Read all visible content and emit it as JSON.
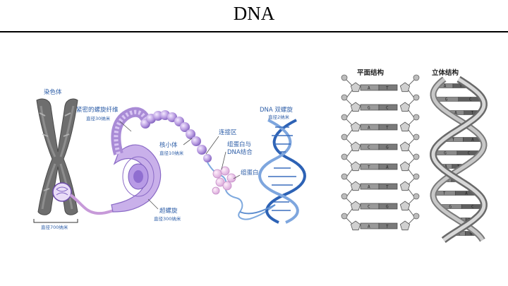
{
  "slide": {
    "title": "DNA"
  },
  "left_figure": {
    "labels": {
      "chromosome": "染色体",
      "chromosome_size": "直径700纳米",
      "tight_helix": "紧密的螺旋纤维",
      "tight_helix_size": "直径30纳米",
      "nucleosome": "核小体",
      "nucleosome_size": "直径10纳米",
      "supercoil": "超螺旋",
      "supercoil_size": "直径300纳米",
      "linker": "连接区",
      "histone_dna_1": "组蛋白与",
      "histone_dna_2": "DNA结合",
      "histone": "组蛋白",
      "dna_double_helix": "DNA 双螺旋",
      "dna_size": "直径2纳米"
    },
    "colors": {
      "label": "#2f5fa8",
      "fiber": "#a98bd6",
      "dna": "#2d62b5"
    }
  },
  "right_figure": {
    "labels": {
      "planar": "平面结构",
      "spatial": "立体结构"
    },
    "planar_pairs": [
      [
        "A",
        "T"
      ],
      [
        "G",
        "C"
      ],
      [
        "A",
        "T"
      ],
      [
        "C",
        "G"
      ],
      [
        "T",
        "A"
      ],
      [
        "A",
        "T"
      ],
      [
        "C",
        "G"
      ],
      [
        "A",
        "T"
      ]
    ],
    "spatial_pairs": [
      [
        "A",
        "T"
      ],
      [
        "G",
        "C"
      ],
      [
        "A",
        "T"
      ],
      [
        "C",
        "G"
      ],
      [
        "T",
        "A"
      ],
      [
        "G",
        "C"
      ],
      [
        "A",
        "T"
      ],
      [
        "C",
        "G"
      ],
      [
        "T",
        "A"
      ],
      [
        "G",
        "C"
      ],
      [
        "A",
        "T"
      ],
      [
        "C",
        "G"
      ]
    ]
  }
}
